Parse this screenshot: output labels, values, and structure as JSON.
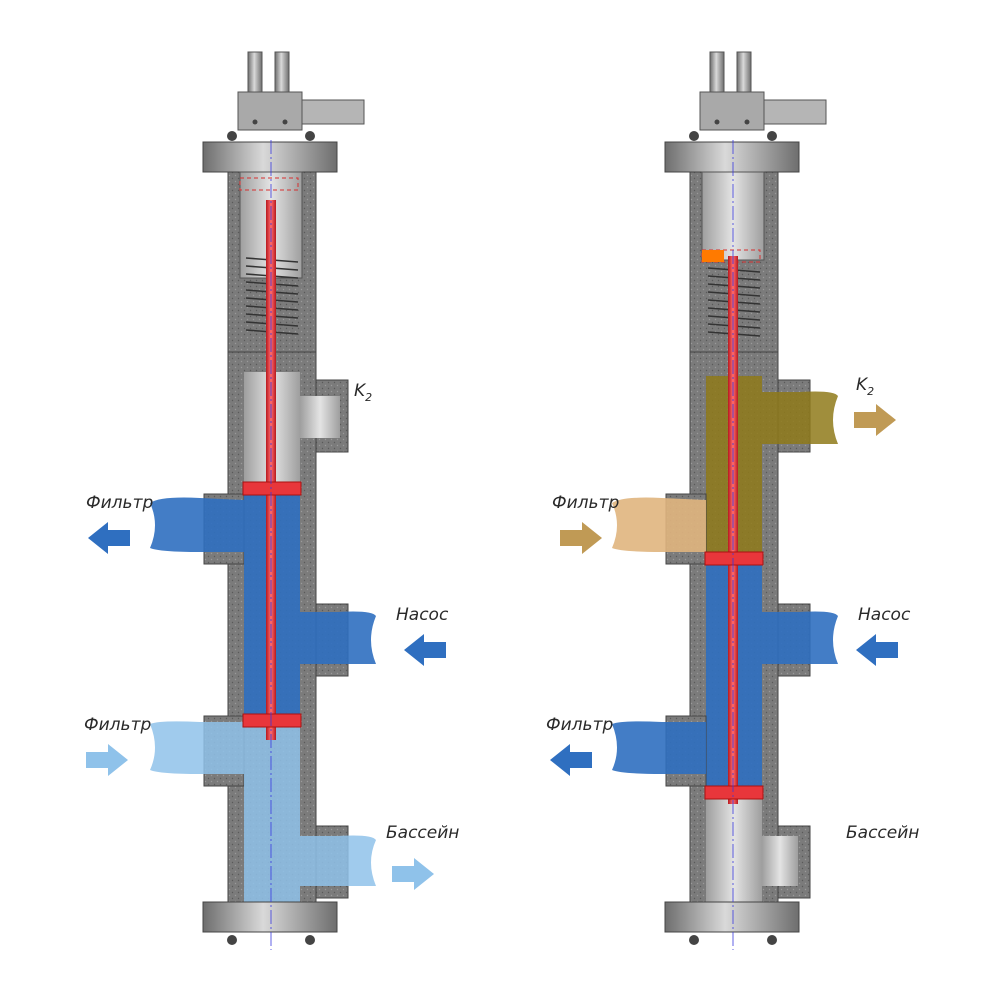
{
  "colors": {
    "body": "#8a8a8a",
    "body_dark": "#5e5e5e",
    "hatch_bg": "#7a7a7a",
    "bore": "#c9c9c9",
    "rod": "#e8363b",
    "water_dark": "#2f6fc0",
    "water_light": "#8fc2ea",
    "backwash": "#8f7a1a",
    "backwash_light": "#e0b57e",
    "center_line": "#3a3adf",
    "dash": "#d63030"
  },
  "left_valve": {
    "k2_label": "K",
    "k2_sub": "2",
    "filter_top_label": "Фильтр",
    "pump_label": "Насос",
    "filter_bottom_label": "Фильтр",
    "pool_label": "Бассейн"
  },
  "right_valve": {
    "k2_label": "K",
    "k2_sub": "2",
    "filter_top_label": "Фильтр",
    "pump_label": "Насос",
    "filter_bottom_label": "Фильтр",
    "pool_label": "Бассейн"
  },
  "icons": {
    "arrow": "arrow-icon",
    "actuator": "pneumatic-actuator-icon"
  }
}
